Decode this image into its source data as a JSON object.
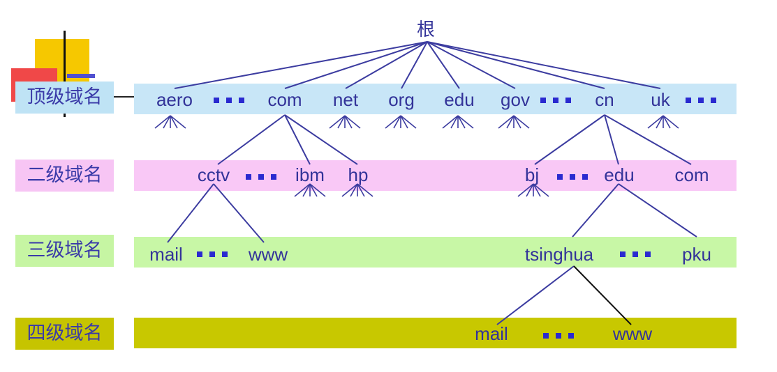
{
  "root": "根",
  "levels": [
    {
      "label": "顶级域名",
      "color": "#c8e6f7",
      "label_bg": "#bfe3f5"
    },
    {
      "label": "二级域名",
      "color": "#f9c8f6",
      "label_bg": "#f7c5f4"
    },
    {
      "label": "三级域名",
      "color": "#c8f7a6",
      "label_bg": "#c6f5a3"
    },
    {
      "label": "四级域名",
      "color": "#c8c800",
      "label_bg": "#c6c400"
    }
  ],
  "top_level": [
    "aero",
    "com",
    "net",
    "org",
    "edu",
    "gov",
    "cn",
    "uk"
  ],
  "second_level": [
    "cctv",
    "ibm",
    "hp",
    "bj",
    "edu",
    "com"
  ],
  "third_level": [
    "mail",
    "www",
    "tsinghua",
    "pku"
  ],
  "fourth_level": [
    "mail",
    "www"
  ],
  "colors": {
    "text": "#333399",
    "line": "#3c3ca0",
    "dots": "#2a2ad0"
  }
}
